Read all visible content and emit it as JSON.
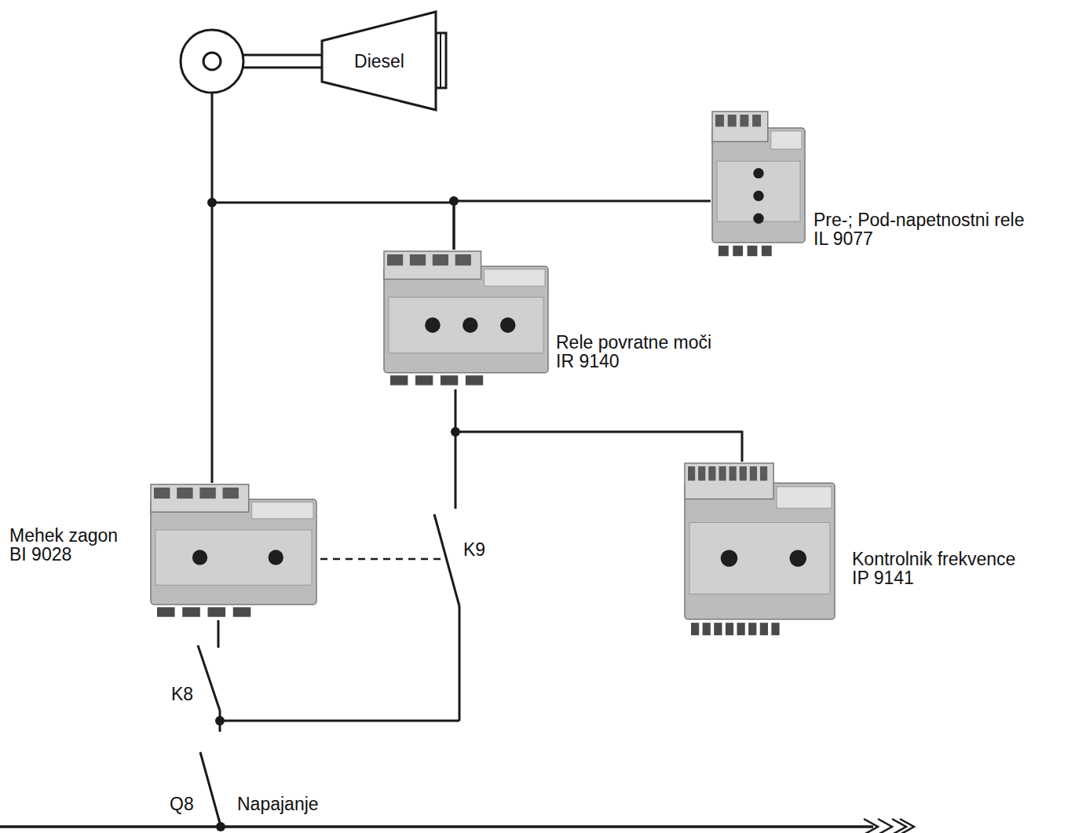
{
  "diagram": {
    "nodes": [
      {
        "text": [
          "Diesel"
        ]
      },
      {
        "text": [
          "Pre-; Pod-napetnostni rele IL 9077"
        ]
      },
      {
        "text": [
          "Rele povratne moči IR 9140"
        ]
      },
      {
        "text": [
          "Kontrolnik frekvence IP 9141"
        ]
      },
      {
        "text": [
          "Mehek zagon BI 9028"
        ]
      }
    ],
    "edges": [
      {
        "from": 4,
        "to": 2,
        "arrow": "none"
      },
      {
        "from": 2,
        "to": 1,
        "arrow": "none"
      },
      {
        "from": 2,
        "to": 3,
        "arrow": "none"
      }
    ],
    "labels": [
      "K9",
      "K8",
      "Q8",
      "Napajanje"
    ]
  }
}
